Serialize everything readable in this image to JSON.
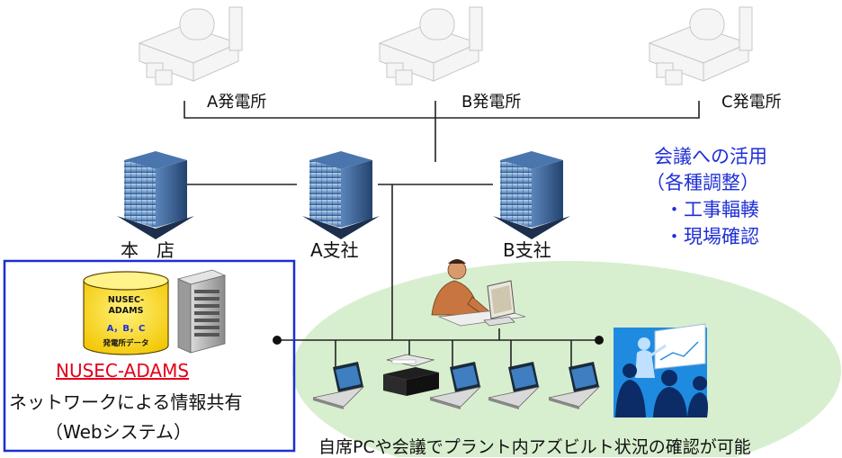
{
  "plants": [
    {
      "label": "A発電所"
    },
    {
      "label": "B発電所"
    },
    {
      "label": "C発電所"
    }
  ],
  "offices": [
    {
      "label": "本　店"
    },
    {
      "label": "A支社"
    },
    {
      "label": "B支社"
    }
  ],
  "database": {
    "line1": "NUSEC-",
    "line2": "ADAMS",
    "line3": "A，B，C",
    "line4": "発電所データ"
  },
  "system": {
    "name": "NUSEC-ADAMS",
    "desc1": "ネットワークによる情報共有",
    "desc2": "（Webシステム）"
  },
  "meeting": {
    "title": "会議への活用",
    "subtitle": "（各種調整）",
    "items": [
      "・工事輻輳",
      "・現場確認"
    ]
  },
  "caption": "自席PCや会議でプラント内アズビルト状況の確認が可能",
  "colors": {
    "line": "#222222",
    "box_border": "#1a2fd0",
    "ellipse": "#d8efcf",
    "accent_blue": "#1f2fd6",
    "accent_red": "#e3001b"
  }
}
